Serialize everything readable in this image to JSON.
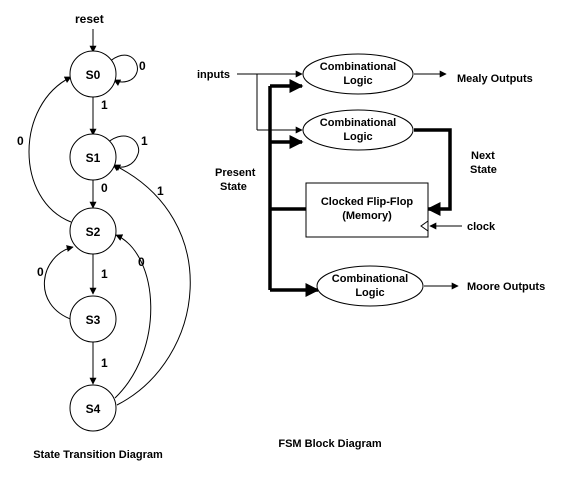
{
  "state_diagram": {
    "reset_label": "reset",
    "states": [
      "S0",
      "S1",
      "S2",
      "S3",
      "S4"
    ],
    "transitions": {
      "s0_self": "0",
      "s0_s1": "1",
      "s1_self": "1",
      "s1_s2": "0",
      "s2_s0": "0",
      "s2_s3": "1",
      "s3_s2": "0",
      "s3_s4": "1",
      "s4_s2": "0",
      "s4_s1": "1"
    },
    "caption": "State Transition Diagram"
  },
  "block_diagram": {
    "inputs_label": "inputs",
    "comb_logic_1": [
      "Combinational",
      "Logic"
    ],
    "comb_logic_2": [
      "Combinational",
      "Logic"
    ],
    "comb_logic_3": [
      "Combinational",
      "Logic"
    ],
    "flipflop": [
      "Clocked Flip-Flop",
      "(Memory)"
    ],
    "mealy_label": "Mealy Outputs",
    "moore_label": "Moore Outputs",
    "present_state": [
      "Present",
      "State"
    ],
    "next_state": [
      "Next",
      "State"
    ],
    "clock_label": "clock",
    "caption": "FSM Block Diagram"
  }
}
